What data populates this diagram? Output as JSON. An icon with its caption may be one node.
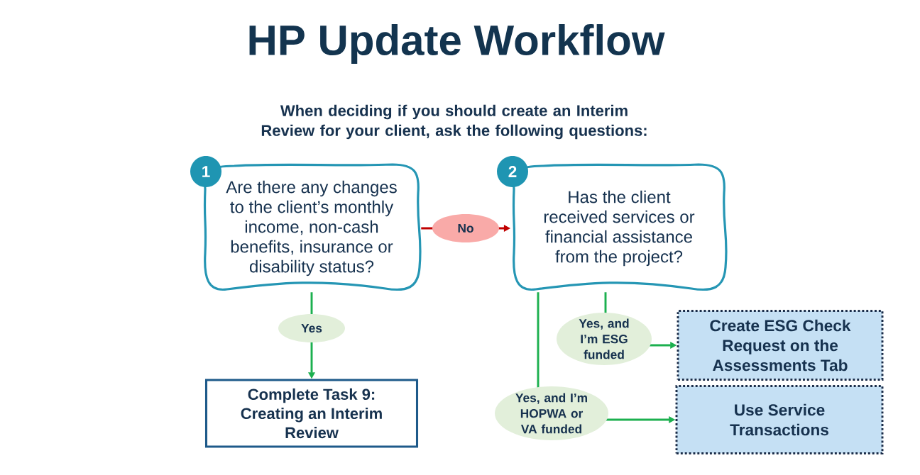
{
  "diagram": {
    "title": "HP Update Workflow",
    "nodes": [
      {
        "text": [
          "Are there any changes to the client’s monthly income, non-cash benefits, insurance or disability status?"
        ],
        "beside": [
          "1"
        ]
      },
      {
        "text": [
          "Has the client received services or financial assistance from the project?"
        ],
        "beside": [
          "2"
        ]
      },
      {
        "text": [
          "Complete Task 9: Creating an Interim Review"
        ]
      },
      {
        "text": [
          "Create ESG Check Request on the Assessments Tab"
        ]
      },
      {
        "text": [
          "Use Service Transactions"
        ]
      }
    ],
    "edges": [
      {
        "from": 0,
        "to": 1,
        "arrow": "to",
        "label": "No",
        "color": "#c00000"
      },
      {
        "from": 0,
        "to": 2,
        "arrow": "to",
        "label": "Yes"
      },
      {
        "from": 1,
        "to": 3,
        "arrow": "to",
        "label": "Yes, and I’m ESG funded"
      },
      {
        "from": 1,
        "to": 4,
        "arrow": "to",
        "label": "Yes, and I’m HOPWA or VA funded"
      }
    ],
    "labels": [
      "When deciding if you should create an Interim Review for your client, ask the following questions:"
    ]
  }
}
